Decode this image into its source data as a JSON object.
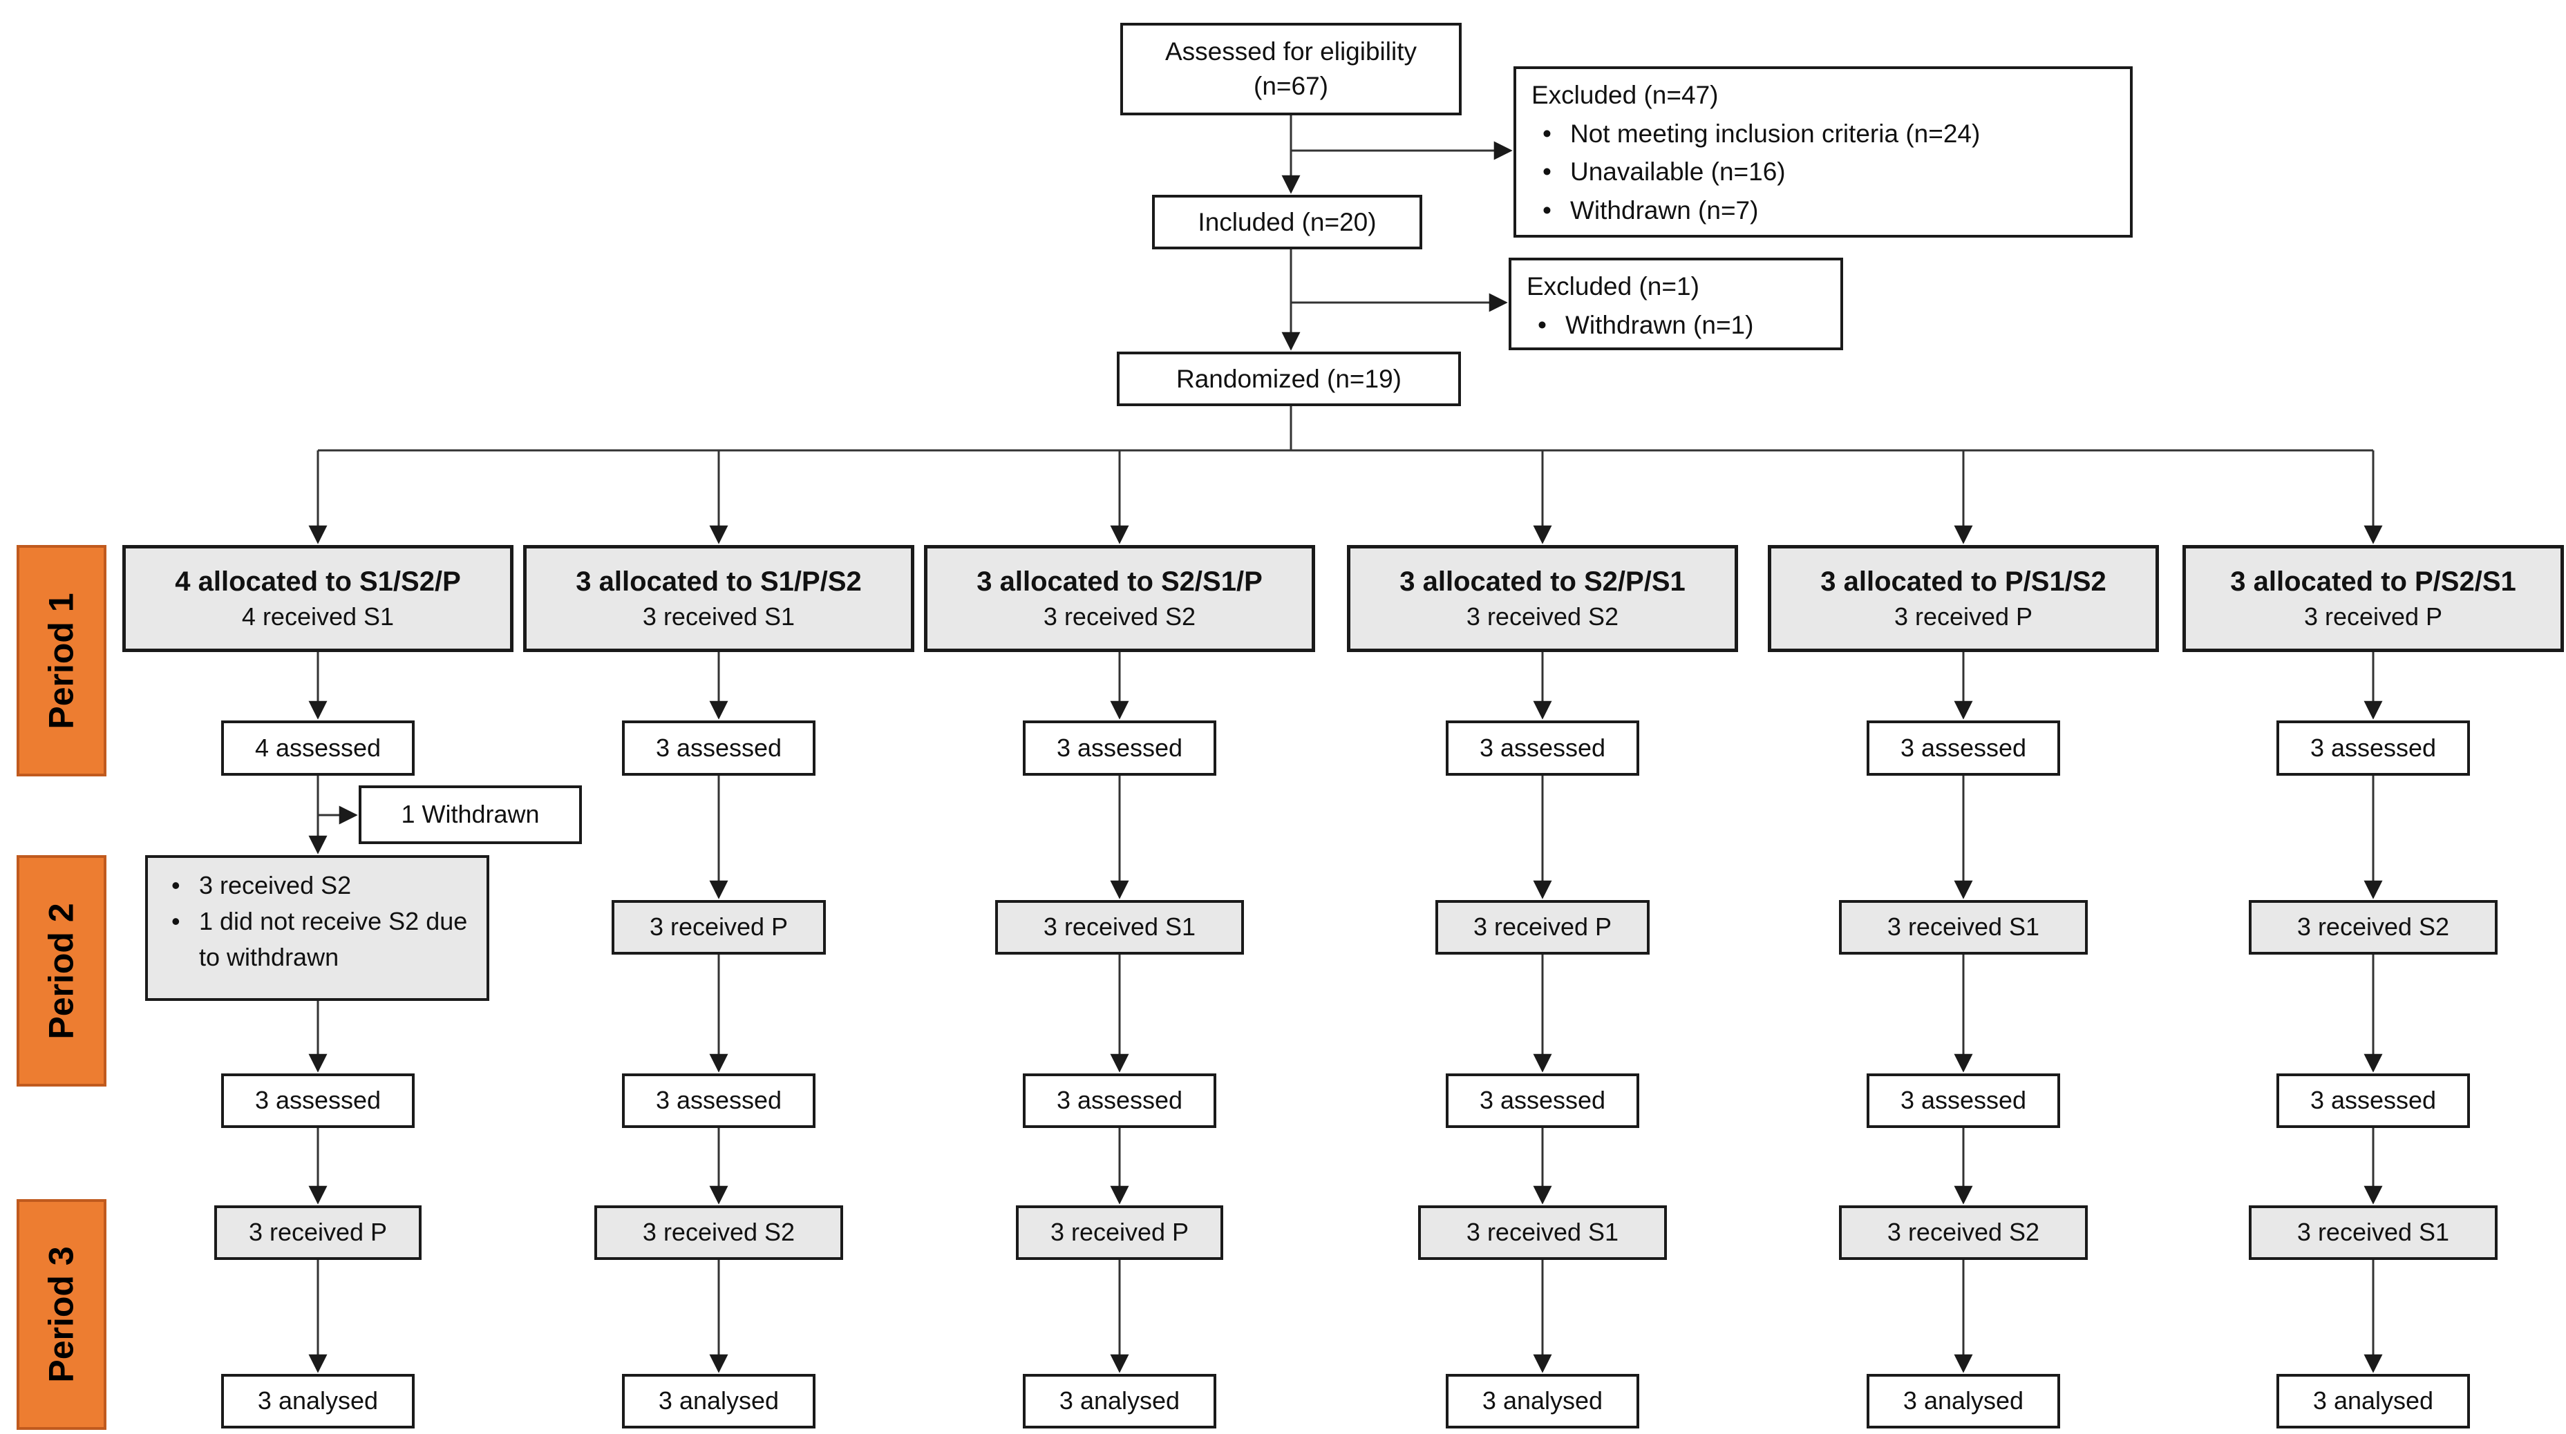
{
  "flow": {
    "assessed_eligibility": {
      "line1": "Assessed for eligibility",
      "line2": "(n=67)"
    },
    "excluded_screening": {
      "title": "Excluded (n=47)",
      "bullets": [
        "Not meeting inclusion criteria (n=24)",
        "Unavailable (n=16)",
        "Withdrawn (n=7)"
      ]
    },
    "included": "Included (n=20)",
    "excluded_randomization": {
      "title": "Excluded (n=1)",
      "bullets": [
        "Withdrawn (n=1)"
      ]
    },
    "randomized": "Randomized (n=19)"
  },
  "periods": [
    "Period 1",
    "Period 2",
    "Period 3"
  ],
  "arms": [
    {
      "allocated": "4 allocated to S1/S2/P",
      "received": "4 received S1",
      "assessed1": "4 assessed",
      "withdrawn": "1 Withdrawn",
      "period2_notes": [
        "3 received S2",
        "1 did not receive S2 due to withdrawn"
      ],
      "assessed2": "3 assessed",
      "received3": "3 received P",
      "analysed": "3 analysed"
    },
    {
      "allocated": "3 allocated to S1/P/S2",
      "received": "3 received S1",
      "assessed1": "3 assessed",
      "received2": "3 received P",
      "assessed2": "3 assessed",
      "received3": "3 received S2",
      "analysed": "3 analysed"
    },
    {
      "allocated": "3 allocated to S2/S1/P",
      "received": "3 received S2",
      "assessed1": "3 assessed",
      "received2": "3 received S1",
      "assessed2": "3 assessed",
      "received3": "3 received P",
      "analysed": "3 analysed"
    },
    {
      "allocated": "3 allocated to S2/P/S1",
      "received": "3 received S2",
      "assessed1": "3 assessed",
      "received2": "3 received P",
      "assessed2": "3 assessed",
      "received3": "3 received S1",
      "analysed": "3 analysed"
    },
    {
      "allocated": "3 allocated to P/S1/S2",
      "received": "3 received P",
      "assessed1": "3 assessed",
      "received2": "3 received S1",
      "assessed2": "3 assessed",
      "received3": "3 received S2",
      "analysed": "3 analysed"
    },
    {
      "allocated": "3 allocated to P/S2/S1",
      "received": "3 received P",
      "assessed1": "3 assessed",
      "received2": "3 received S2",
      "assessed2": "3 assessed",
      "received3": "3 received S1",
      "analysed": "3 analysed"
    }
  ],
  "colors": {
    "period_fill": "#ED7D31",
    "period_border": "#C05A1E",
    "box_gray": "#E8E8E8",
    "box_border": "#1A1A1A",
    "connector": "#333333"
  }
}
